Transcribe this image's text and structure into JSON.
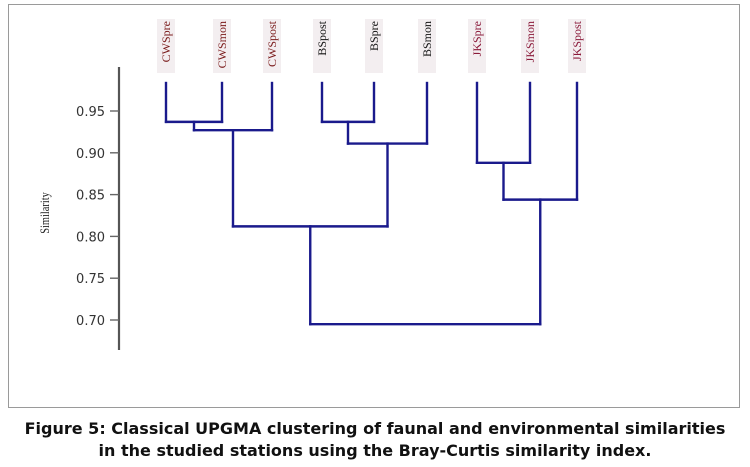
{
  "chart_data": {
    "type": "dendrogram",
    "ylabel": "Similarity",
    "yticks": [
      0.95,
      0.9,
      0.85,
      0.8,
      0.75,
      0.7
    ],
    "ylim": [
      0.67,
      0.995
    ],
    "leaves": [
      {
        "label": "CWSpre",
        "color": "#7a1a1a"
      },
      {
        "label": "CWSmon",
        "color": "#7a1a1a"
      },
      {
        "label": "CWSpost",
        "color": "#7a1a1a"
      },
      {
        "label": "BSpost",
        "color": "#111111"
      },
      {
        "label": "BSpre",
        "color": "#111111"
      },
      {
        "label": "BSmon",
        "color": "#111111"
      },
      {
        "label": "JKSpre",
        "color": "#8b1a3a"
      },
      {
        "label": "JKSmon",
        "color": "#8b1a3a"
      },
      {
        "label": "JKSpost",
        "color": "#8b1a3a"
      }
    ],
    "merges": [
      {
        "left": "CWSpre",
        "right": "CWSmon",
        "similarity": 0.937
      },
      {
        "left": "CWSpre+CWSmon",
        "right": "CWSpost",
        "similarity": 0.927
      },
      {
        "left": "BSpost",
        "right": "BSpre",
        "similarity": 0.937
      },
      {
        "left": "BSpost+BSpre",
        "right": "BSmon",
        "similarity": 0.911
      },
      {
        "left": "CWS",
        "right": "BS",
        "similarity": 0.812
      },
      {
        "left": "JKSpre",
        "right": "JKSmon",
        "similarity": 0.888
      },
      {
        "left": "JKSpre+JKSmon",
        "right": "JKSpost",
        "similarity": 0.844
      },
      {
        "left": "CWS+BS",
        "right": "JKS",
        "similarity": 0.695
      }
    ],
    "link_color": "#1a1a8c"
  },
  "caption": {
    "line1": "Figure 5: Classical UPGMA clustering of faunal and environmental similarities",
    "line2": "in the studied stations using the Bray-Curtis similarity index."
  }
}
